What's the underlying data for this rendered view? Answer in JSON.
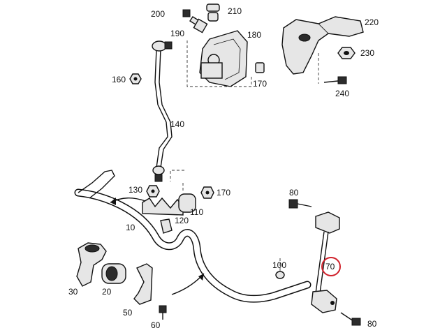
{
  "callouts": {
    "c10": "10",
    "c20": "20",
    "c30": "30",
    "c50": "50",
    "c60": "60",
    "c70": "70",
    "c80a": "80",
    "c80b": "80",
    "c100": "100",
    "c110": "110",
    "c120": "120",
    "c130": "130",
    "c140": "140",
    "c160": "160",
    "c170a": "170",
    "c170b": "170",
    "c180": "180",
    "c190": "190",
    "c200": "200",
    "c210": "210",
    "c220": "220",
    "c230": "230",
    "c240": "240"
  },
  "highlight": {
    "part": "70",
    "color": "#d0202a"
  }
}
